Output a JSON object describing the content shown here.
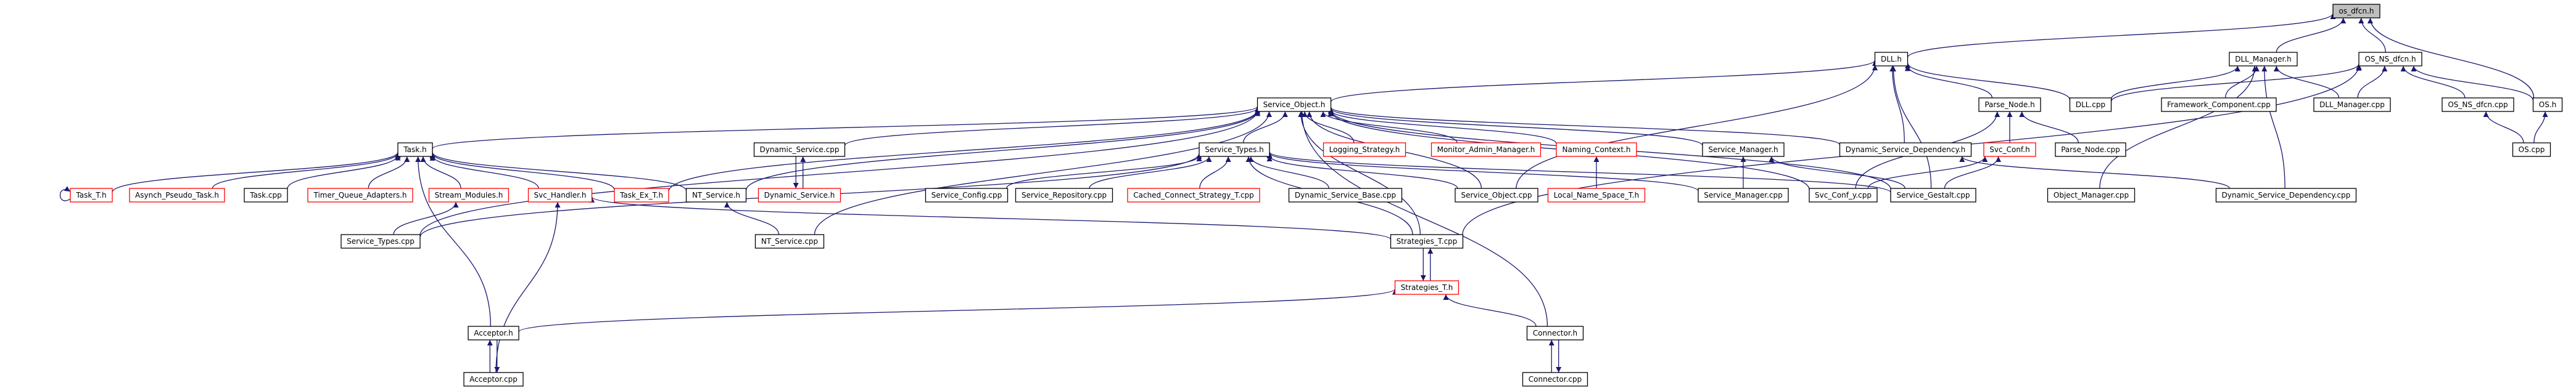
{
  "title": "",
  "colors": {
    "edge": "#191970",
    "node_border_normal": "#000000",
    "node_border_missing": "#ff0000",
    "node_fill": "#ffffff",
    "node_fill_highlight": "#bfbfbf"
  },
  "nodes": [
    {
      "id": "os_dfcn_h",
      "label": "os_dfcn.h",
      "style": "highlight"
    },
    {
      "id": "dll_h",
      "label": "DLL.h",
      "style": "normal"
    },
    {
      "id": "dll_manager_h",
      "label": "DLL_Manager.h",
      "style": "normal"
    },
    {
      "id": "os_ns_dfcn_h",
      "label": "OS_NS_dfcn.h",
      "style": "normal"
    },
    {
      "id": "service_object_h",
      "label": "Service_Object.h",
      "style": "normal"
    },
    {
      "id": "parse_node_h",
      "label": "Parse_Node.h",
      "style": "normal"
    },
    {
      "id": "dll_cpp",
      "label": "DLL.cpp",
      "style": "normal"
    },
    {
      "id": "framework_component_cpp",
      "label": "Framework_Component.cpp",
      "style": "normal"
    },
    {
      "id": "dll_manager_cpp",
      "label": "DLL_Manager.cpp",
      "style": "normal"
    },
    {
      "id": "os_ns_dfcn_cpp",
      "label": "OS_NS_dfcn.cpp",
      "style": "normal"
    },
    {
      "id": "os_h",
      "label": "OS.h",
      "style": "normal"
    },
    {
      "id": "os_cpp",
      "label": "OS.cpp",
      "style": "normal"
    },
    {
      "id": "task_h",
      "label": "Task.h",
      "style": "normal"
    },
    {
      "id": "dynamic_service_cpp",
      "label": "Dynamic_Service.cpp",
      "style": "normal"
    },
    {
      "id": "service_types_h",
      "label": "Service_Types.h",
      "style": "normal"
    },
    {
      "id": "logging_strategy_h",
      "label": "Logging_Strategy.h",
      "style": "missing"
    },
    {
      "id": "monitor_admin_manager_h",
      "label": "Monitor_Admin_Manager.h",
      "style": "missing"
    },
    {
      "id": "naming_context_h",
      "label": "Naming_Context.h",
      "style": "missing"
    },
    {
      "id": "service_manager_h",
      "label": "Service_Manager.h",
      "style": "normal"
    },
    {
      "id": "dynamic_service_dependency_h",
      "label": "Dynamic_Service_Dependency.h",
      "style": "normal"
    },
    {
      "id": "svc_conf_h",
      "label": "Svc_Conf.h",
      "style": "missing"
    },
    {
      "id": "parse_node_cpp",
      "label": "Parse_Node.cpp",
      "style": "normal"
    },
    {
      "id": "task_t_h",
      "label": "Task_T.h",
      "style": "missing"
    },
    {
      "id": "asynch_pseudo_task_h",
      "label": "Asynch_Pseudo_Task.h",
      "style": "missing"
    },
    {
      "id": "task_cpp",
      "label": "Task.cpp",
      "style": "normal"
    },
    {
      "id": "timer_queue_adapters_h",
      "label": "Timer_Queue_Adapters.h",
      "style": "missing"
    },
    {
      "id": "stream_modules_h",
      "label": "Stream_Modules.h",
      "style": "missing"
    },
    {
      "id": "svc_handler_h",
      "label": "Svc_Handler.h",
      "style": "missing"
    },
    {
      "id": "task_ex_t_h",
      "label": "Task_Ex_T.h",
      "style": "missing"
    },
    {
      "id": "nt_service_h",
      "label": "NT_Service.h",
      "style": "normal"
    },
    {
      "id": "dynamic_service_h",
      "label": "Dynamic_Service.h",
      "style": "missing"
    },
    {
      "id": "service_config_cpp",
      "label": "Service_Config.cpp",
      "style": "normal"
    },
    {
      "id": "service_repository_cpp",
      "label": "Service_Repository.cpp",
      "style": "normal"
    },
    {
      "id": "cached_connect_strategy_t_cpp",
      "label": "Cached_Connect_Strategy_T.cpp",
      "style": "missing"
    },
    {
      "id": "dynamic_service_base_cpp",
      "label": "Dynamic_Service_Base.cpp",
      "style": "normal"
    },
    {
      "id": "service_object_cpp",
      "label": "Service_Object.cpp",
      "style": "normal"
    },
    {
      "id": "local_name_space_t_h",
      "label": "Local_Name_Space_T.h",
      "style": "missing"
    },
    {
      "id": "service_manager_cpp",
      "label": "Service_Manager.cpp",
      "style": "normal"
    },
    {
      "id": "svc_conf_y_cpp",
      "label": "Svc_Conf_y.cpp",
      "style": "normal"
    },
    {
      "id": "service_gestalt_cpp",
      "label": "Service_Gestalt.cpp",
      "style": "normal"
    },
    {
      "id": "object_manager_cpp",
      "label": "Object_Manager.cpp",
      "style": "normal"
    },
    {
      "id": "dynamic_service_dependency_cpp",
      "label": "Dynamic_Service_Dependency.cpp",
      "style": "normal"
    },
    {
      "id": "service_types_cpp",
      "label": "Service_Types.cpp",
      "style": "normal"
    },
    {
      "id": "nt_service_cpp",
      "label": "NT_Service.cpp",
      "style": "normal"
    },
    {
      "id": "strategies_t_cpp",
      "label": "Strategies_T.cpp",
      "style": "normal"
    },
    {
      "id": "strategies_t_h",
      "label": "Strategies_T.h",
      "style": "missing"
    },
    {
      "id": "acceptor_h",
      "label": "Acceptor.h",
      "style": "normal"
    },
    {
      "id": "connector_h",
      "label": "Connector.h",
      "style": "normal"
    },
    {
      "id": "acceptor_cpp",
      "label": "Acceptor.cpp",
      "style": "normal"
    },
    {
      "id": "connector_cpp",
      "label": "Connector.cpp",
      "style": "normal"
    }
  ],
  "edges": [
    {
      "from": "dll_h",
      "to": "os_dfcn_h"
    },
    {
      "from": "dll_manager_h",
      "to": "os_dfcn_h"
    },
    {
      "from": "os_ns_dfcn_h",
      "to": "os_dfcn_h"
    },
    {
      "from": "os_h",
      "to": "os_dfcn_h"
    },
    {
      "from": "service_object_h",
      "to": "dll_h"
    },
    {
      "from": "parse_node_h",
      "to": "dll_h"
    },
    {
      "from": "dll_cpp",
      "to": "dll_h"
    },
    {
      "from": "dynamic_service_dependency_h",
      "to": "dll_h"
    },
    {
      "from": "service_object_cpp",
      "to": "dll_h"
    },
    {
      "from": "service_gestalt_cpp",
      "to": "dll_h"
    },
    {
      "from": "dll_cpp",
      "to": "dll_manager_h"
    },
    {
      "from": "framework_component_cpp",
      "to": "dll_manager_h"
    },
    {
      "from": "dll_manager_cpp",
      "to": "dll_manager_h"
    },
    {
      "from": "object_manager_cpp",
      "to": "dll_manager_h"
    },
    {
      "from": "dynamic_service_dependency_cpp",
      "to": "dll_manager_h"
    },
    {
      "from": "dll_cpp",
      "to": "os_ns_dfcn_h"
    },
    {
      "from": "dll_manager_cpp",
      "to": "os_ns_dfcn_h"
    },
    {
      "from": "os_ns_dfcn_cpp",
      "to": "os_ns_dfcn_h"
    },
    {
      "from": "os_h",
      "to": "os_ns_dfcn_h"
    },
    {
      "from": "strategies_t_cpp",
      "to": "os_ns_dfcn_h"
    },
    {
      "from": "os_cpp",
      "to": "os_h"
    },
    {
      "from": "os_cpp",
      "to": "os_ns_dfcn_cpp"
    },
    {
      "from": "task_h",
      "to": "service_object_h"
    },
    {
      "from": "dynamic_service_cpp",
      "to": "service_object_h"
    },
    {
      "from": "service_types_h",
      "to": "service_object_h"
    },
    {
      "from": "logging_strategy_h",
      "to": "service_object_h"
    },
    {
      "from": "monitor_admin_manager_h",
      "to": "service_object_h"
    },
    {
      "from": "naming_context_h",
      "to": "service_object_h"
    },
    {
      "from": "service_manager_h",
      "to": "service_object_h"
    },
    {
      "from": "dynamic_service_dependency_h",
      "to": "service_object_h"
    },
    {
      "from": "service_object_cpp",
      "to": "service_object_h"
    },
    {
      "from": "service_gestalt_cpp",
      "to": "service_object_h"
    },
    {
      "from": "svc_conf_y_cpp",
      "to": "service_object_h"
    },
    {
      "from": "nt_service_h",
      "to": "service_object_h"
    },
    {
      "from": "task_ex_t_h",
      "to": "service_object_h"
    },
    {
      "from": "strategies_t_cpp",
      "to": "service_object_h"
    },
    {
      "from": "connector_h",
      "to": "service_object_h"
    },
    {
      "from": "service_types_cpp",
      "to": "service_object_h"
    },
    {
      "from": "nt_service_cpp",
      "to": "service_object_h"
    },
    {
      "from": "svc_conf_h",
      "to": "parse_node_h"
    },
    {
      "from": "svc_conf_y_cpp",
      "to": "parse_node_h"
    },
    {
      "from": "parse_node_cpp",
      "to": "parse_node_h"
    },
    {
      "from": "svc_conf_y_cpp",
      "to": "svc_conf_h"
    },
    {
      "from": "service_gestalt_cpp",
      "to": "svc_conf_h"
    },
    {
      "from": "task_t_h",
      "to": "task_h"
    },
    {
      "from": "asynch_pseudo_task_h",
      "to": "task_h"
    },
    {
      "from": "task_cpp",
      "to": "task_h"
    },
    {
      "from": "timer_queue_adapters_h",
      "to": "task_h"
    },
    {
      "from": "stream_modules_h",
      "to": "task_h"
    },
    {
      "from": "svc_handler_h",
      "to": "task_h"
    },
    {
      "from": "task_ex_t_h",
      "to": "task_h"
    },
    {
      "from": "nt_service_h",
      "to": "task_h"
    },
    {
      "from": "acceptor_h",
      "to": "task_h"
    },
    {
      "from": "task_t_h",
      "to": "task_t_h"
    },
    {
      "from": "dynamic_service_h",
      "to": "dynamic_service_cpp"
    },
    {
      "from": "dynamic_service_cpp",
      "to": "dynamic_service_h"
    },
    {
      "from": "service_config_cpp",
      "to": "service_types_h"
    },
    {
      "from": "service_repository_cpp",
      "to": "service_types_h"
    },
    {
      "from": "cached_connect_strategy_t_cpp",
      "to": "service_types_h"
    },
    {
      "from": "dynamic_service_base_cpp",
      "to": "service_types_h"
    },
    {
      "from": "service_object_cpp",
      "to": "service_types_h"
    },
    {
      "from": "service_gestalt_cpp",
      "to": "service_types_h"
    },
    {
      "from": "service_manager_cpp",
      "to": "service_types_h"
    },
    {
      "from": "strategies_t_cpp",
      "to": "service_types_h"
    },
    {
      "from": "service_types_cpp",
      "to": "service_types_h"
    },
    {
      "from": "local_name_space_t_h",
      "to": "naming_context_h"
    },
    {
      "from": "service_manager_cpp",
      "to": "service_manager_h"
    },
    {
      "from": "service_gestalt_cpp",
      "to": "service_manager_h"
    },
    {
      "from": "dynamic_service_dependency_cpp",
      "to": "dynamic_service_dependency_h"
    },
    {
      "from": "service_types_cpp",
      "to": "stream_modules_h"
    },
    {
      "from": "acceptor_cpp",
      "to": "svc_handler_h"
    },
    {
      "from": "strategies_t_cpp",
      "to": "svc_handler_h"
    },
    {
      "from": "nt_service_cpp",
      "to": "nt_service_h"
    },
    {
      "from": "strategies_t_h",
      "to": "strategies_t_cpp"
    },
    {
      "from": "strategies_t_cpp",
      "to": "strategies_t_h"
    },
    {
      "from": "acceptor_h",
      "to": "strategies_t_h"
    },
    {
      "from": "connector_h",
      "to": "strategies_t_h"
    },
    {
      "from": "acceptor_cpp",
      "to": "acceptor_h"
    },
    {
      "from": "acceptor_h",
      "to": "acceptor_cpp"
    },
    {
      "from": "connector_cpp",
      "to": "connector_h"
    },
    {
      "from": "connector_h",
      "to": "connector_cpp"
    }
  ]
}
